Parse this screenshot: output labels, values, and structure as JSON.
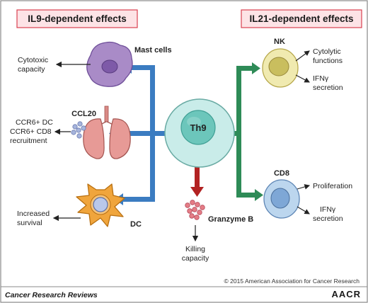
{
  "headers": {
    "il9": "IL9-dependent effects",
    "il21": "IL21-dependent effects"
  },
  "center": {
    "label": "Th9"
  },
  "left": {
    "mast_cells": {
      "label": "Mast cells",
      "effect": [
        "Cytotoxic",
        "capacity"
      ]
    },
    "lung": {
      "label": "CCL20",
      "effect": [
        "CCR6+ DC",
        "CCR6+ CD8",
        "recruitment"
      ]
    },
    "dc": {
      "label": "DC",
      "effect": [
        "Increased",
        "survival"
      ]
    }
  },
  "right": {
    "nk": {
      "label": "NK",
      "effects": [
        [
          "Cytolytic",
          "functions"
        ],
        [
          "IFNγ",
          "secretion"
        ]
      ]
    },
    "cd8": {
      "label": "CD8",
      "effects": [
        [
          "Proliferation"
        ],
        [
          "IFNγ",
          "secretion"
        ]
      ]
    }
  },
  "bottom": {
    "label": "Granzyme B",
    "effect": [
      "Killing",
      "capacity"
    ]
  },
  "footer": {
    "journal": "Cancer Research Reviews",
    "copyright": "© 2015 American Association for Cancer Research",
    "logo": "AACR"
  },
  "colors": {
    "il9_arrows": "#3b7cc1",
    "il21_arrows": "#2e8b57",
    "granzyme_arrow": "#b22222",
    "header_bg": "#fde3e6",
    "header_border": "#d9404f",
    "th9_outer": "#c9ece9",
    "th9_inner": "#6cc6bb",
    "mast": "#a98bc7",
    "lung": "#e79a96",
    "dc": "#f0a53c",
    "nk": "#f0eab0",
    "cd8": "#bcd6ee",
    "granules": "#e57d86",
    "ccl20_dots": "#a6b4dc"
  }
}
